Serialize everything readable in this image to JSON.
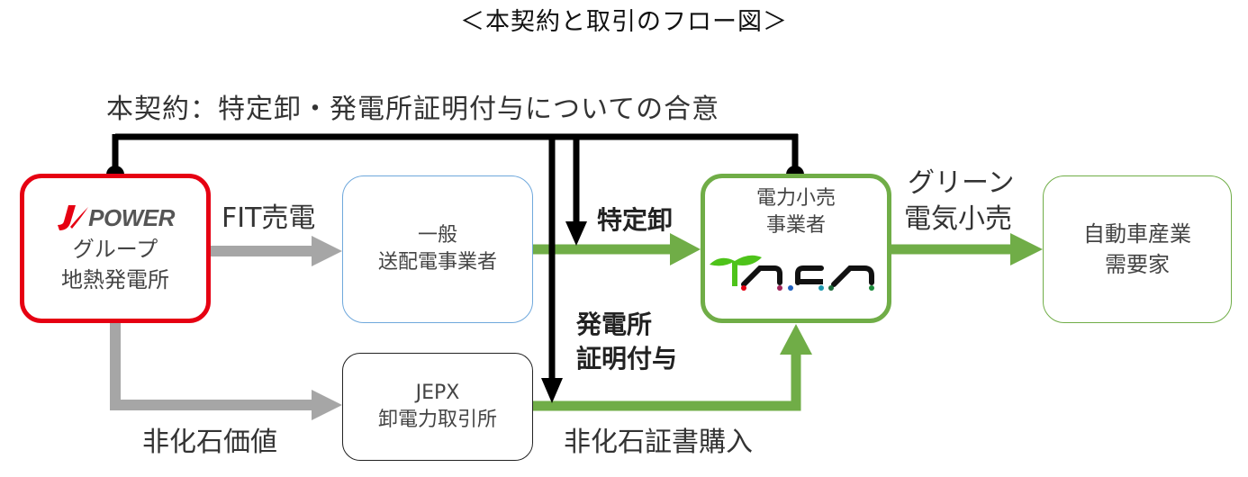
{
  "title": "＜本契約と取引のフロー図＞",
  "contract": {
    "label": "本契約：特定卸・発電所証明付与についての合意"
  },
  "nodes": {
    "jpower": {
      "logo_text": "POWER",
      "line1": "グループ",
      "line2": "地熱発電所",
      "border_color": "#e60012"
    },
    "grid_operator": {
      "line1": "一般",
      "line2": "送配電事業者",
      "border_color": "#6fa8dc"
    },
    "jepx": {
      "line1": "JEPX",
      "line2": "卸電力取引所",
      "border_color": "#222222"
    },
    "retailer": {
      "line1": "電力小売",
      "line2": "事業者",
      "logo_name": "TAGA",
      "border_color": "#70ad47"
    },
    "auto_industry": {
      "line1": "自動車産業",
      "line2": "需要家",
      "border_color": "#70ad47"
    }
  },
  "flows": {
    "fit_sale": "FIT売電",
    "non_fossil_value": "非化石価値",
    "specific_wholesale": "特定卸",
    "plant_cert_line1": "発電所",
    "plant_cert_line2": "証明付与",
    "non_fossil_purchase": "非化石証書購入",
    "green_retail_line1": "グリーン",
    "green_retail_line2": "電気小売"
  },
  "colors": {
    "gray_arrow": "#a6a6a6",
    "green_arrow": "#70ad47",
    "contract_line": "#000000"
  }
}
